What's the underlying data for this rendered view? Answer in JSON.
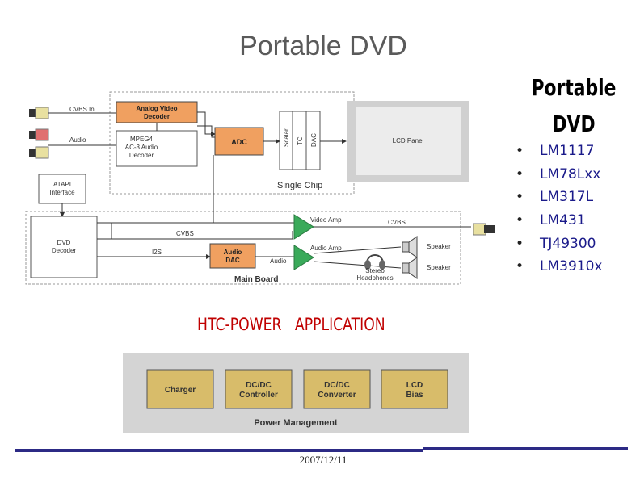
{
  "slide": {
    "title": "Portable DVD",
    "side_title_line1": "Portable",
    "side_title_line2": "DVD",
    "parts": [
      "LM1117",
      "LM78Lxx",
      "LM317L",
      "LM431",
      "TJ49300",
      "LM3910x"
    ],
    "bullet": "•",
    "application_heading": "HTC-POWER   APPLICATION",
    "date": "2007/12/11"
  },
  "dvd_diagram": {
    "cvbs_in": "CVBS In",
    "audio": "Audio",
    "analog_video_decoder": [
      "Analog Video",
      "Decoder"
    ],
    "mpeg4_decoder": [
      "MPEG4",
      "AC-3 Audio",
      "Decoder"
    ],
    "adc": "ADC",
    "scalar": "Scalar",
    "tc": "TC",
    "dac": "DAC",
    "lcd_panel": "LCD Panel",
    "single_chip": "Single Chip",
    "atapi_interface": [
      "ATAPI",
      "Interface"
    ],
    "dvd_decoder": [
      "DVD",
      "Decoder"
    ],
    "cvbs": "CVBS",
    "i2s": "I2S",
    "audio_dac": [
      "Audio",
      "DAC"
    ],
    "audio_link": "Audio",
    "video_amp": "Video Amp",
    "cvbs_out": "CVBS",
    "audio_amp": "Audio Amp",
    "speaker_1": "Speaker",
    "speaker_2": "Speaker",
    "stereo_headphones": [
      "Stereo",
      "Headphones"
    ],
    "main_board": "Main Board"
  },
  "power_diagram": {
    "blocks": [
      "Charger",
      "DC/DC Controller",
      "DC/DC Converter",
      "LCD Bias"
    ],
    "blocks_display": [
      [
        "Charger"
      ],
      [
        "DC/DC",
        "Controller"
      ],
      [
        "DC/DC",
        "Converter"
      ],
      [
        "LCD",
        "Bias"
      ]
    ],
    "label": "Power Management"
  },
  "colors": {
    "orange_block": "#f0a060",
    "green_amp": "#3aaa5a",
    "power_block": "#d8bc6a",
    "footer_line": "#2c2a85",
    "heading_red": "#c00000",
    "part_text": "#1a1a8a"
  }
}
